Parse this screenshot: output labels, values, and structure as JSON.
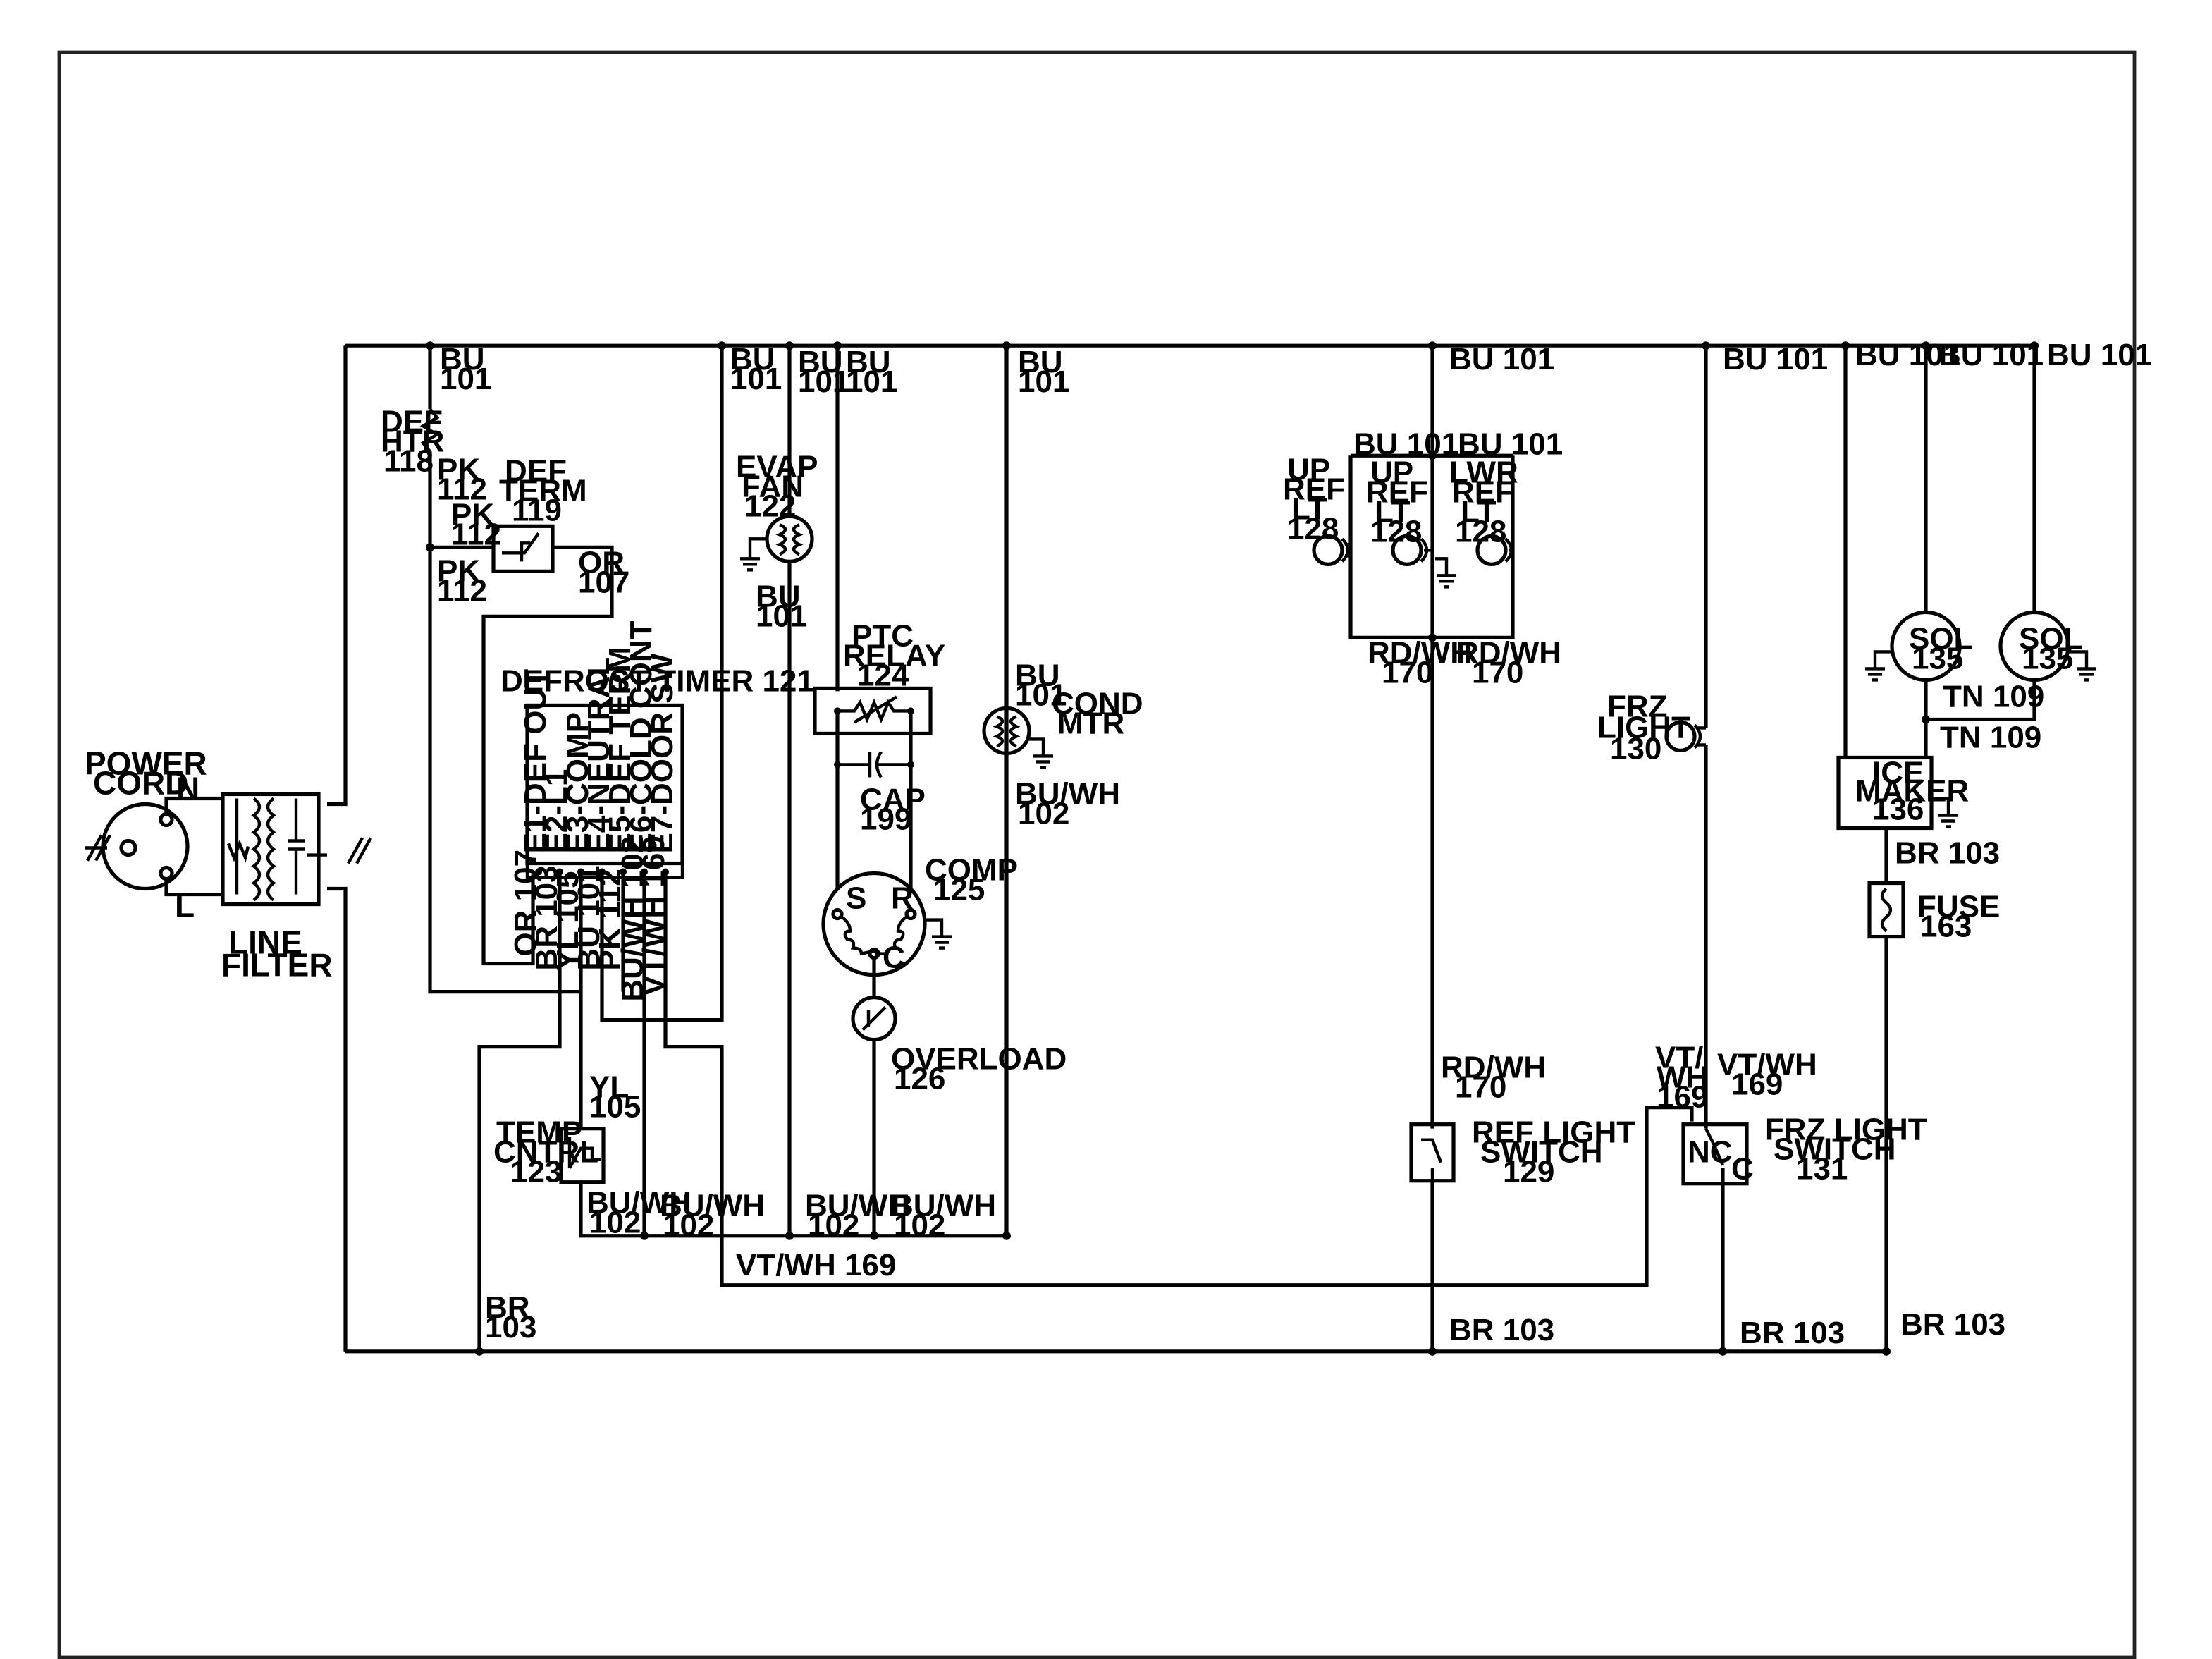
{
  "diagram": {
    "power_cord": {
      "title_l1": "POWER",
      "title_l2": "CORD",
      "n": "N",
      "l": "L"
    },
    "line_filter": {
      "l1": "LINE",
      "l2": "FILTER"
    },
    "def_htr": {
      "l1": "DEF",
      "l2": "HTR",
      "l3": "118"
    },
    "def_term": {
      "l1": "DEF",
      "l2": "TERM",
      "l3": "119"
    },
    "evap_fan": {
      "l1": "EVAP",
      "l2": "FAN",
      "l3": "122"
    },
    "ptc_relay": {
      "l1": "PTC",
      "l2": "RELAY",
      "l3": "124"
    },
    "cap": {
      "l1": "CAP",
      "l2": "199"
    },
    "comp": {
      "l1": "COMP",
      "l2": "125",
      "s": "S",
      "r": "R",
      "c": "C"
    },
    "overload": {
      "l1": "OVERLOAD",
      "l2": "126"
    },
    "cond_mtr": {
      "l1": "COND",
      "l2": "MTR"
    },
    "defrost_timer": {
      "title": "DEFROST TIMER 121",
      "terminals": [
        "E1-DEF OUT",
        "E2-L1",
        "E3-COMP",
        "E4-NEUTRAL",
        "E5-DEF TERM",
        "E6-COLD CONT",
        "E7-DOOR SW"
      ],
      "wires": [
        "OR 107",
        "BR 103",
        "YL 105",
        "BU 101",
        "PK 112",
        "BU/WH 102",
        "VT/WH 169"
      ]
    },
    "temp_cntrl": {
      "l1": "TEMP",
      "l2": "CNTRL",
      "l3": "123"
    },
    "up_ref_lt_a": {
      "l1": "UP",
      "l2": "REF",
      "l3": "LT",
      "l4": "128"
    },
    "up_ref_lt_b": {
      "l1": "UP",
      "l2": "REF",
      "l3": "LT",
      "l4": "128"
    },
    "lwr_ref_lt": {
      "l1": "LWR",
      "l2": "REF",
      "l3": "LT",
      "l4": "128"
    },
    "frz_light": {
      "l1": "FRZ",
      "l2": "LIGHT",
      "l3": "130"
    },
    "ref_light_switch": {
      "l1": "REF LIGHT",
      "l2": "SWITCH",
      "l3": "129"
    },
    "frz_light_switch": {
      "l1": "FRZ LIGHT",
      "l2": "SWITCH",
      "l3": "131",
      "nc": "NC",
      "c": "C"
    },
    "sol_a": {
      "l1": "SOL",
      "l2": "135"
    },
    "sol_b": {
      "l1": "SOL",
      "l2": "135"
    },
    "ice_maker": {
      "l1": "ICE",
      "l2": "MAKER",
      "l3": "136"
    },
    "fuse": {
      "l1": "FUSE",
      "l2": "163"
    },
    "wire_labels": {
      "bu": "BU",
      "n101": "101",
      "bu101": "BU 101",
      "pk": "PK",
      "n112": "112",
      "or": "OR",
      "n107": "107",
      "buwh": "BU/WH",
      "n102": "102",
      "yl": "YL",
      "n105": "105",
      "br": "BR",
      "n103": "103",
      "br103": "BR 103",
      "rdwh": "RD/WH",
      "n170": "170",
      "vtwh": "VT/WH",
      "vt_slash": "VT/",
      "wh": "WH",
      "n169": "169",
      "vtwh169": "VT/WH 169",
      "tn109": "TN 109"
    }
  }
}
